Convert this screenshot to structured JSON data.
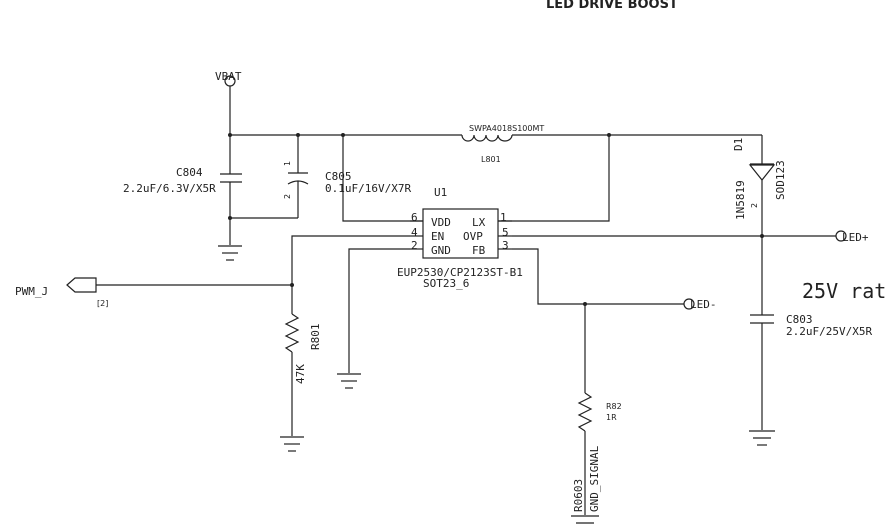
{
  "top_label": "LED DRIVE BOOST",
  "nets": {
    "vbat": "VBAT",
    "pwm": "PWM_J",
    "pwm_ref": "[2]",
    "led_plus": "LED+",
    "led_minus": "LED-",
    "gnd_signal": "GND_SIGNAL"
  },
  "ic": {
    "ref": "U1",
    "pins_left": [
      {
        "num": "6",
        "name": "VDD"
      },
      {
        "num": "4",
        "name": "EN"
      },
      {
        "num": "2",
        "name": "GND"
      }
    ],
    "pins_right": [
      {
        "num": "1",
        "name": "LX"
      },
      {
        "num": "5",
        "name": "OVP"
      },
      {
        "num": "3",
        "name": "FB"
      }
    ],
    "part": "EUP2530/CP2123ST-B1",
    "package": "SOT23_6"
  },
  "c804": {
    "ref": "C804",
    "value": "2.2uF/6.3V/X5R"
  },
  "c805": {
    "ref": "C805",
    "value": "0.1uF/16V/X7R",
    "pin1": "1",
    "pin2": "2"
  },
  "l801": {
    "ref": "L801",
    "value": "SWPA4018S100MT"
  },
  "d1": {
    "ref": "D1",
    "part": "1N5819",
    "package": "SOD123",
    "pin2": "2"
  },
  "c803": {
    "ref": "C803",
    "value": "2.2uF/25V/X5R"
  },
  "r801": {
    "ref": "R801",
    "value": "47K"
  },
  "r82": {
    "ref": "R82",
    "value": "1R",
    "alt": "R0603"
  },
  "note": "25V rat"
}
